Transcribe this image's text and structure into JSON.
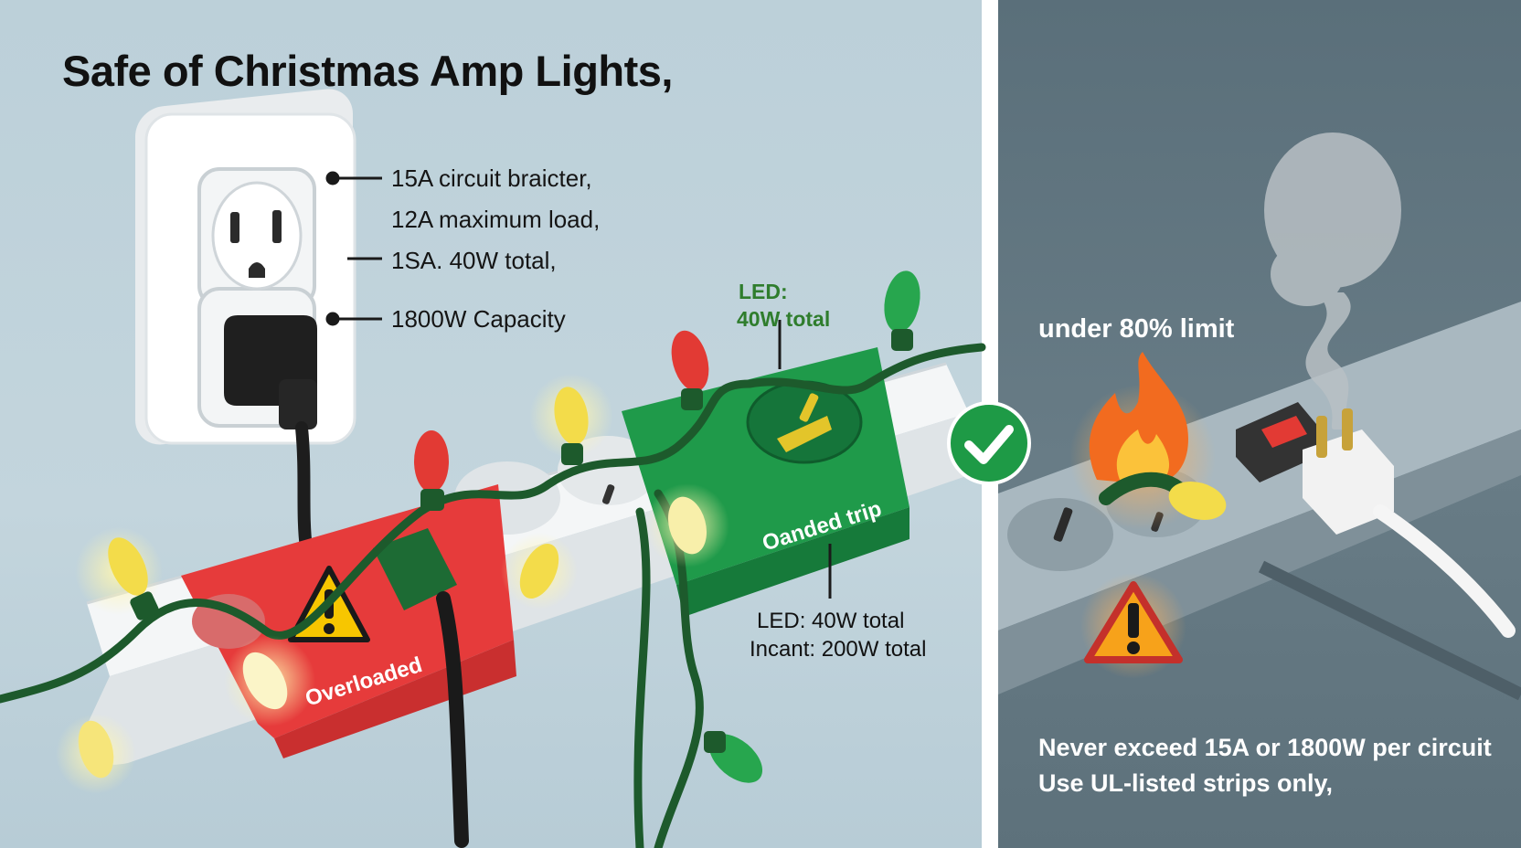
{
  "title": "Safe of Christmas Amp Lights,",
  "outlet_specs": [
    "15A circuit braicter,",
    "12A maximum load,",
    "1SA. 40W total,",
    "1800W Capacity"
  ],
  "led_callout": {
    "line1": "LED:",
    "line2": "40W total"
  },
  "strip_labels": {
    "overloaded": "Overloaded",
    "green_strip": "Oanded trip"
  },
  "bottom_callout": {
    "line1": "LED: 40W total",
    "line2": "Incant: 200W total"
  },
  "right_panel": {
    "limit_label": "under 80% limit",
    "note_line1": "Never exceed 15A or 1800W per circuit",
    "note_line2": "Use UL-listed strips only,"
  },
  "icons": {
    "wall_outlet": "wall-outlet-icon",
    "warning": "warning-triangle-icon",
    "checkmark": "check-circle-icon",
    "fire": "fire-icon",
    "smoke": "smoke-icon",
    "plug": "plug-icon"
  },
  "colors": {
    "overload_red": "#e63b3b",
    "safe_green": "#1f9a4a",
    "warning_yellow": "#f7c600",
    "bulb_red": "#e23a34",
    "bulb_yellow": "#f3dc4a",
    "bulb_green": "#27a64e",
    "wire_green": "#1d5a2c"
  }
}
